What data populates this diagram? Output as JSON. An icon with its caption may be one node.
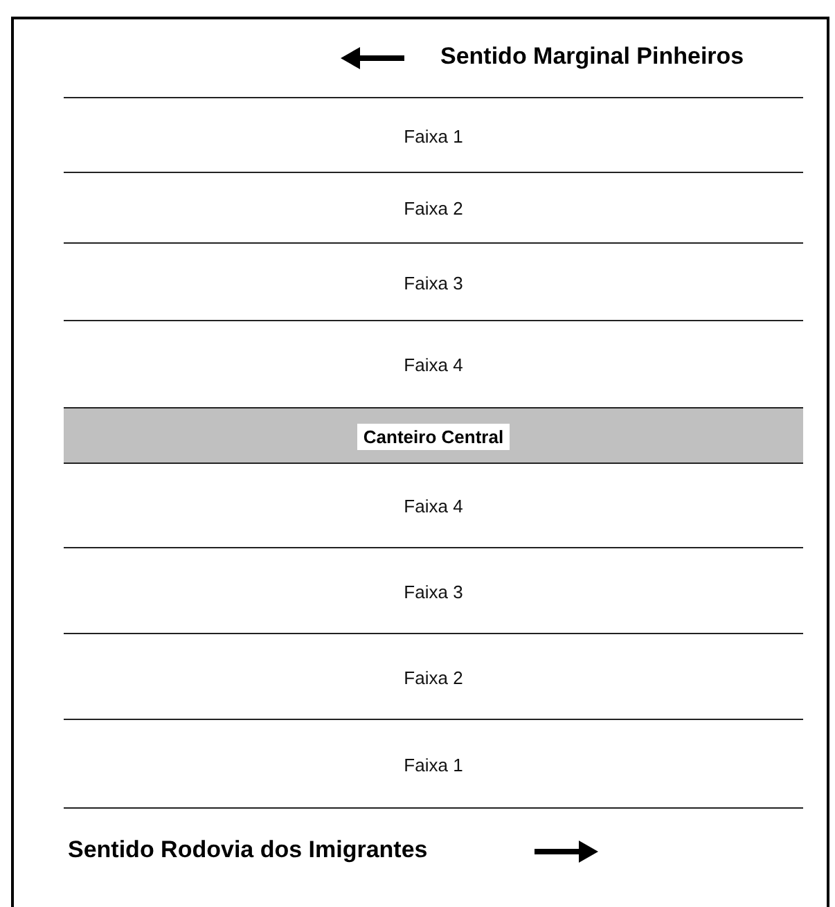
{
  "diagram": {
    "nodes": [
      {
        "text": [
          "Faixa 1"
        ]
      },
      {
        "text": [
          "Faixa 2"
        ]
      },
      {
        "text": [
          "Faixa 3"
        ]
      },
      {
        "text": [
          "Faixa 4"
        ]
      },
      {
        "text": [
          "Canteiro Central"
        ]
      },
      {
        "text": [
          "Faixa 4"
        ]
      },
      {
        "text": [
          "Faixa 3"
        ]
      },
      {
        "text": [
          "Faixa 2"
        ]
      },
      {
        "text": [
          "Faixa 1"
        ]
      }
    ],
    "edges": [],
    "labels": [
      "Sentido Marginal Pinheiros",
      "Sentido Rodovia dos Imigrantes"
    ]
  }
}
